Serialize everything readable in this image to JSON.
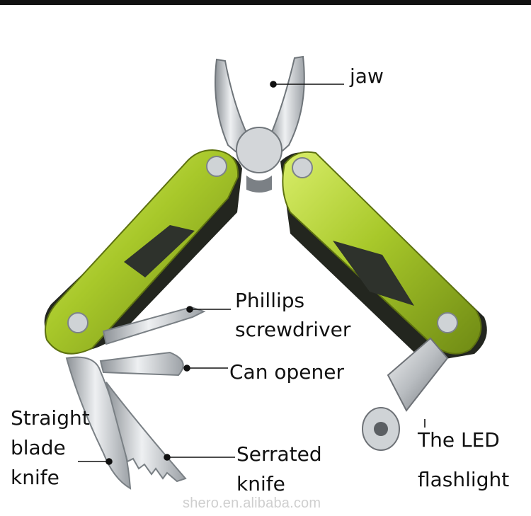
{
  "labels": {
    "jaw": "jaw",
    "phillips_line1": "Phillips",
    "phillips_line2": "screwdriver",
    "can_opener": "Can opener",
    "straight_line1": "Straight",
    "straight_line2": "blade",
    "straight_line3": "knife",
    "serrated_line1": "Serrated",
    "serrated_line2": "knife",
    "led_line1": "The LED",
    "led_line2": "flashlight"
  },
  "watermark": "shero.en.alibaba.com",
  "colors": {
    "handle_green": "#a8c82a",
    "handle_dark": "#2a2d27",
    "steel": "#c8cccf",
    "background": "#ffffff"
  }
}
